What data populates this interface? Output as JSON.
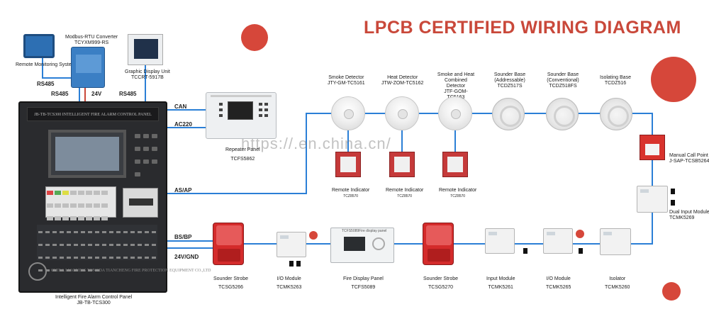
{
  "title": "LPCB CERTIFIED WIRING DIAGRAM",
  "watermark": "https://.en.china.cn/",
  "colors": {
    "accent": "#c9483a",
    "wire": "#2b7fd6",
    "red_dot": "#d6473a"
  },
  "top_left": {
    "remote_monitoring": "Remote Monitoring System",
    "modbus_title": "Modbus-RTU Converter",
    "modbus_code": "TCYXM999-RS",
    "gdu_title": "Graphic Display Unit",
    "gdu_code": "TCCRT-5917B",
    "rs485_a": "RS485",
    "rs485_b": "RS485",
    "rs485_c": "RS485",
    "v24": "24V"
  },
  "panel": {
    "header_text": "JB-TB-TCS300 INTELLIGENT FIRE ALARM CONTROL PANEL",
    "footer_text": "CHINA LIAONING TONGDA TIANCHENG FIRE PROTECTION EQUIPMENT CO.,LTD",
    "label": "Intelligent Fire Alarm Control Panel",
    "code": "JB-TB-TCS300"
  },
  "wires": {
    "can": "CAN",
    "ac220": "AC220",
    "asap": "AS/AP",
    "bsbp": "BS/BP",
    "v24gnd": "24V/GND"
  },
  "repeater": {
    "name": "Repeater Panel",
    "code": "TCFS5862"
  },
  "top_devices": [
    {
      "name": "Smoke Detector",
      "code": "JTY-GM-TC5161"
    },
    {
      "name": "Heat Detector",
      "code": "JTW-ZOM-TC5162"
    },
    {
      "name": "Smoke and Heat Combined Detector",
      "code": "JTF-GOM-TC5163"
    },
    {
      "name": "Sounder Base (Addressable)",
      "code": "TCDZ517S"
    },
    {
      "name": "Sounder Base (Conventional)",
      "code": "TCDZ518FS"
    },
    {
      "name": "Isolating Base",
      "code": "TCDZ516"
    }
  ],
  "remote_indicators": [
    {
      "name": "Remote Indicator",
      "code": "TCZ8570"
    },
    {
      "name": "Remote Indicator",
      "code": "TCZ8570"
    },
    {
      "name": "Remote Indicator",
      "code": "TCZ8570"
    }
  ],
  "right_devices": {
    "mcp_name": "Manual Call Point",
    "mcp_code": "J-SAP-TCSB5264",
    "dim_name": "Dual Input Module",
    "dim_code": "TCMK5269"
  },
  "bottom_devices": [
    {
      "name": "Sounder Strobe",
      "code": "TCSG5266"
    },
    {
      "name": "I/O Module",
      "code": "TCMK5263"
    },
    {
      "name": "Fire Display Panel",
      "code": "TCFS5089"
    },
    {
      "name": "Sounder Strobe",
      "code": "TCSG5270"
    },
    {
      "name": "Input Module",
      "code": "TCMK5261"
    },
    {
      "name": "I/O Module",
      "code": "TCMK5265"
    },
    {
      "name": "Isolator",
      "code": "TCMK5260"
    }
  ],
  "fdp_screen_text": "TCFS5089Fire display panel"
}
